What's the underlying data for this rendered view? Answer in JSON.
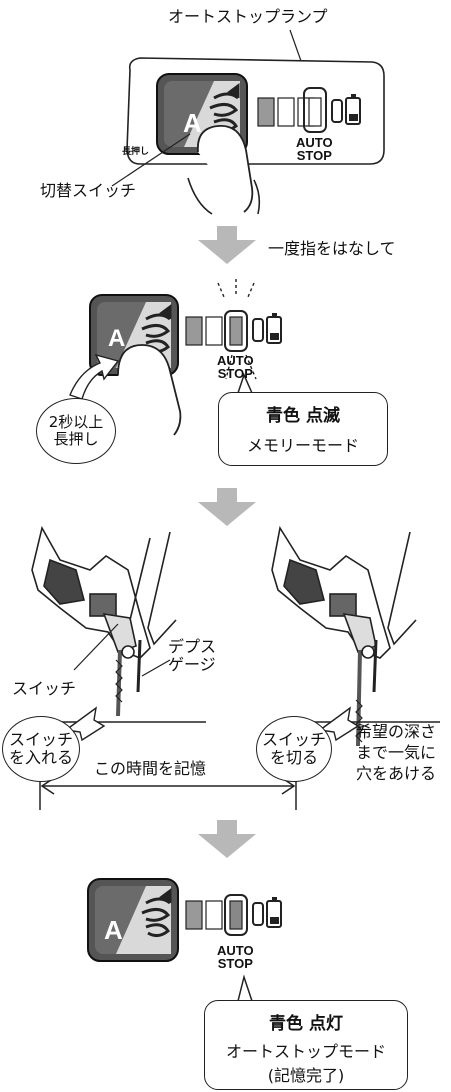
{
  "step1": {
    "lamp_label": "オートストップランプ",
    "switch_label": "切替スイッチ",
    "long_press_label": "長押し",
    "auto_text": "AUTO",
    "stop_text": "STOP",
    "button_letter": "A"
  },
  "arrow1_label": "一度指をはなして",
  "step2": {
    "hold_bubble_line1": "2秒以上",
    "hold_bubble_line2": "長押し",
    "callout_title": "青色 点滅",
    "callout_sub": "メモリーモード",
    "auto_text": "AUTO",
    "stop_text": "STOP",
    "button_letter": "A"
  },
  "step3": {
    "switch_label": "スイッチ",
    "depth_gauge_line1": "デプス",
    "depth_gauge_line2": "ゲージ",
    "switch_on_line1": "スイッチ",
    "switch_on_line2": "を入れる",
    "switch_off_line1": "スイッチ",
    "switch_off_line2": "を切る",
    "drill_note_line1": "希望の深さ",
    "drill_note_line2": "まで一気に",
    "drill_note_line3": "穴をあける",
    "memory_span_label": "この時間を記憶"
  },
  "step4": {
    "callout_title": "青色 点灯",
    "callout_sub1": "オートストップモード",
    "callout_sub2": "(記憶完了)",
    "auto_text": "AUTO",
    "stop_text": "STOP",
    "button_letter": "A"
  }
}
